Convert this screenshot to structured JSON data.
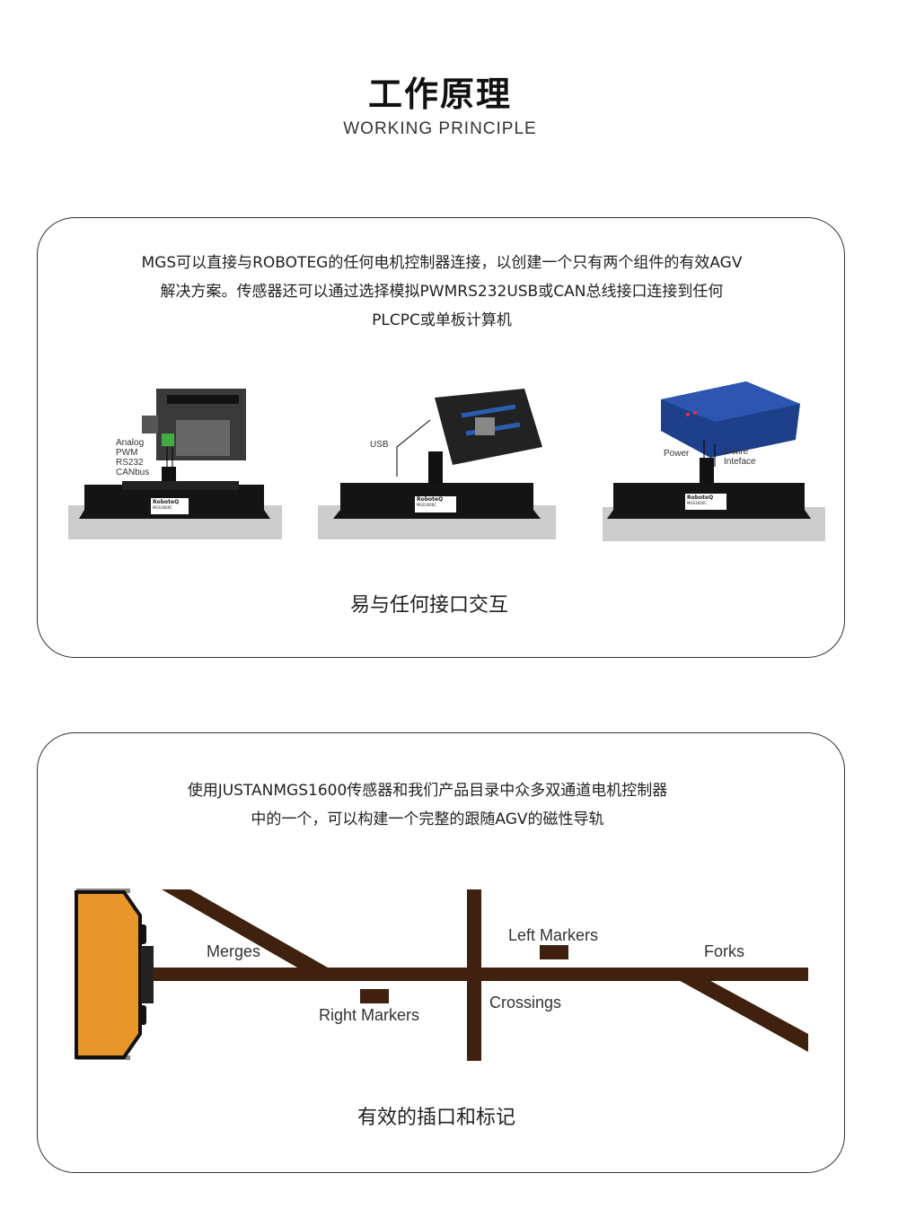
{
  "header": {
    "title": "工作原理",
    "subtitle": "WORKING PRINCIPLE"
  },
  "card1": {
    "lines": [
      "MGS可以直接与ROBOTEG的任何电机控制器连接，以创建一个只有两个组件的有效AGV",
      "解决方案。传感器还可以通过选择模拟PWMRS232USB或CAN总线接口连接到任何",
      "PLCPC或单板计算机"
    ],
    "images": [
      {
        "labels": [
          "Analog",
          "PWM",
          "RS232",
          "CANbus"
        ],
        "brand": "RoboteQ",
        "model": "MGS1600C"
      },
      {
        "labels": [
          "USB"
        ],
        "brand": "RoboteQ",
        "model": "MGS1600C"
      },
      {
        "labels": [
          "Power",
          "1-wire",
          "Inteface"
        ],
        "brand": "RoboteQ",
        "model": "MGS1600C"
      }
    ],
    "caption": "易与任何接口交互"
  },
  "card2": {
    "lines": [
      "使用JUSTANMGS1600传感器和我们产品目录中众多双通道电机控制器",
      "中的一个，可以构建一个完整的跟随AGV的磁性导轨"
    ],
    "diagram": {
      "merges": "Merges",
      "right_markers": "Right Markers",
      "left_markers": "Left Markers",
      "crossings": "Crossings",
      "forks": "Forks"
    },
    "caption": "有效的插口和标记"
  },
  "colors": {
    "track": "#40200f",
    "robot": "#e8952a"
  }
}
